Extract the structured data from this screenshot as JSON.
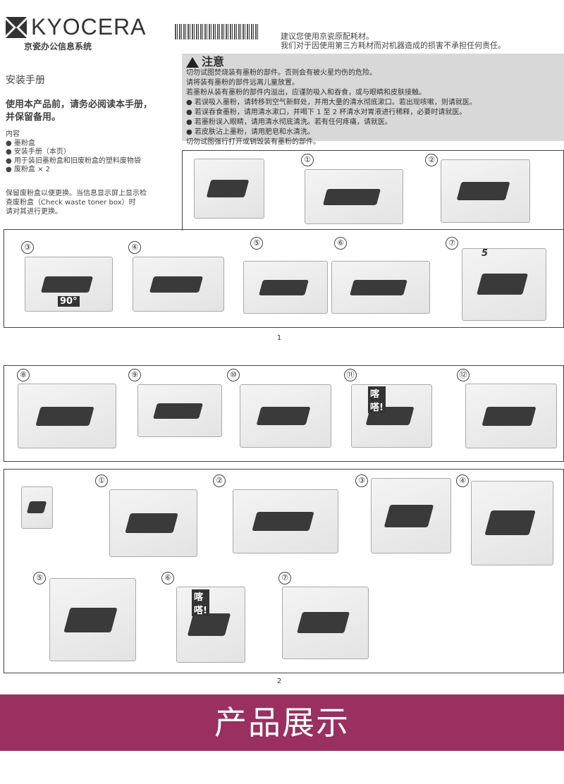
{
  "header": {
    "brand": "KYOCERA",
    "subtitle": "京瓷办公信息系统",
    "notice_lines": [
      "建议您使用京瓷原配耗材。",
      "我们对于因使用第三方耗材而对机器造成的损害不承担任何责任。"
    ]
  },
  "caution": {
    "title": "注意",
    "lines": [
      "切勿试图焚烧装有墨粉的部件。否则会有被火星灼伤的危险。",
      "请将装有墨粉的部件远离儿童放置。",
      "若墨粉从装有墨粉的部件内溢出，应谨防吸入和吞食，或与眼睛和皮肤接触。",
      "● 若误吸入墨粉，请转移到空气新鲜处，并用大量的清水彻底漱口。若出现咳嗽，则请就医。",
      "● 若误吞食墨粉，请用清水漱口，并喝下 1 至 2 杯清水对胃液进行稀释，必要时请就医。",
      "● 若墨粉误入眼睛，请用清水彻底清洗。若有任何疼痛，请就医。",
      "● 若皮肤沾上墨粉，请用肥皂和水清洗。",
      "切勿试图强行打开或销毁装有墨粉的部件。"
    ]
  },
  "intro": {
    "title": "安装手册",
    "warning": [
      "使用本产品前，请务必阅读本手册，",
      "并保留备用。"
    ],
    "contents_label": "内容",
    "contents": [
      "● 墨粉盒",
      "● 安装手册（本页）",
      "● 用于装旧墨粉盒和旧废粉盒的塑料废物袋",
      "● 废粉盒 × 2"
    ],
    "note": [
      "保留废粉盒以便更换。当信息显示屏上显示检",
      "查废粉盒（Check waste toner box）时",
      "请对其进行更换。"
    ]
  },
  "section1": {
    "steps": [
      "①",
      "②",
      "③",
      "④",
      "⑤",
      "⑥",
      "⑦"
    ],
    "angle_label": "90°",
    "shake_label": "5",
    "page": "1"
  },
  "section1b": {
    "steps": [
      "⑧",
      "⑨",
      "⑩",
      "⑪",
      "⑫"
    ],
    "click_label": "喀嗒!"
  },
  "section2": {
    "steps": [
      "①",
      "②",
      "③",
      "④",
      "⑤",
      "⑥",
      "⑦"
    ],
    "click_label": "喀嗒!",
    "page": "2"
  },
  "banner": {
    "title": "产品展示"
  },
  "colors": {
    "banner": "#99305f",
    "caution_bg": "#d8d8d8"
  }
}
